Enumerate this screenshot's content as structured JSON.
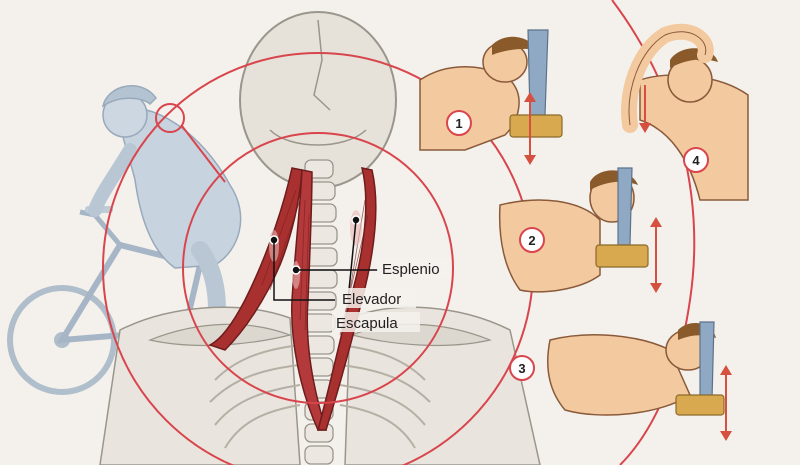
{
  "labels": {
    "esplenio": "Esplenio",
    "elevador": "Elevador",
    "escapula": "Escapula"
  },
  "steps": [
    {
      "number": "1"
    },
    {
      "number": "2"
    },
    {
      "number": "3"
    },
    {
      "number": "4"
    }
  ],
  "colors": {
    "ring": "#d9454c",
    "muscle": "#9c2a2a",
    "bone": "#e4e0d8",
    "bone_line": "#9b968c",
    "cyclist": "#b9c8d6",
    "skin": "#f2c79e",
    "band": "#8fa9c4",
    "arrow": "#d5503f",
    "block": "#d7a74a"
  }
}
